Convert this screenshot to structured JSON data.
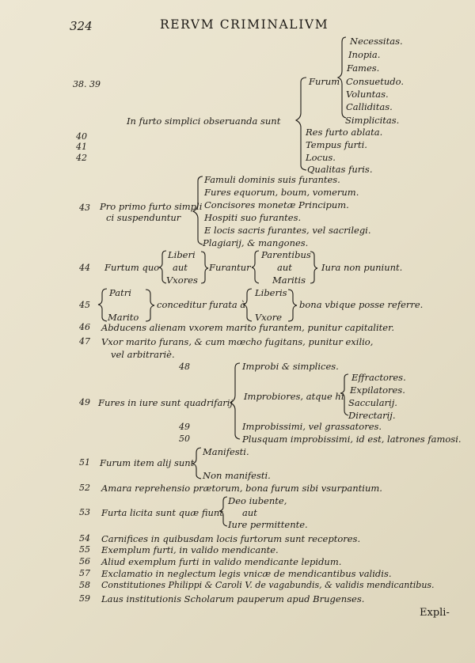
{
  "header": {
    "page_number": "324",
    "running_title": "RERVM CRIMINALIVM"
  },
  "margin_numbers": {
    "n38_39": "38. 39",
    "n40": "40",
    "n41": "41",
    "n42": "42",
    "n43": "43",
    "n44": "44",
    "n45": "45",
    "n46": "46",
    "n47": "47",
    "n48": "48",
    "n49": "49",
    "n49b": "49",
    "n50": "50",
    "n51": "51",
    "n52": "52",
    "n53": "53",
    "n54": "54",
    "n55": "55",
    "n56": "56",
    "n57": "57",
    "n58": "58",
    "n59": "59"
  },
  "section1": {
    "lead": "In furto simplici obseruanda sunt",
    "furum": "Furum",
    "furum_items": [
      "Necessitas.",
      "Inopia.",
      "Fames.",
      "Consuetudo.",
      "Voluntas.",
      "Calliditas.",
      "Simplicitas."
    ],
    "items": [
      "Res furto ablata.",
      "Tempus furti.",
      "Locus.",
      "Qualitas furis."
    ]
  },
  "section2": {
    "lead1": "Pro primo furto simpli",
    "lead2": "ci suspenduntur",
    "items": [
      "Famuli dominis suis furantes.",
      "Fures equorum, boum, vomerum.",
      "Concisores monetæ Principum.",
      "Hospiti suo furantes.",
      "E locis sacris furantes, vel sacrilegi.",
      "Plagiarij, & mangones."
    ]
  },
  "section3": {
    "lead": "Furtum quo",
    "liberi": "Liberi",
    "aut1": "aut",
    "vxores": "Vxores",
    "furantur": "Furantur",
    "parentibus": "Parentibus",
    "aut2": "aut",
    "maritis": "Maritis",
    "iura": "Iura non puniunt."
  },
  "section4": {
    "patri": "Patri",
    "marito": "Marito",
    "conceditur": "conceditur furata à",
    "liberis": "Liberis",
    "vxore": "Vxore",
    "bona": "bona vbique posse referre."
  },
  "lines": {
    "l46": "Abducens alienam vxorem marito furantem, punitur capitaliter.",
    "l47a": "Vxor marito furans, & cum mœcho fugitans, punitur exilio,",
    "l47b": "vel arbitrariè."
  },
  "section5": {
    "lead": "Fures in iure sunt quadrifarij",
    "improbi": "Improbi & simplices.",
    "improbiores": "Improbiores, atque hi",
    "sub": [
      "Effractores.",
      "Expilatores.",
      "Saccularij.",
      "Directarij."
    ],
    "improbissimi": "Improbissimi, vel grassatores.",
    "plusquam": "Plusquam improbissimi, id est, latrones famosi."
  },
  "section6": {
    "lead": "Furum item alij sunt",
    "manifesti": "Manifesti.",
    "non_manifesti": "Non manifesti."
  },
  "line52": "Amara reprehensio prætorum, bona furum sibi vsurpantium.",
  "section7": {
    "lead": "Furta licita sunt quæ fiunt",
    "deo": "Deo iubente,",
    "aut": "aut",
    "iure": "Iure permittente."
  },
  "tail": {
    "l54": "Carnifices in quibusdam locis furtorum sunt receptores.",
    "l55": "Exemplum furti, in valido mendicante.",
    "l56": "Aliud exemplum furti in valido mendicante lepidum.",
    "l57": "Exclamatio in neglectum legis vnicæ de mendicantibus validis.",
    "l58": "Constitutiones Philippi & Caroli V. de vagabundis, & validis mendicantibus.",
    "l59": "Laus institutionis Scholarum pauperum apud Brugenses."
  },
  "catchword": "Expli-"
}
